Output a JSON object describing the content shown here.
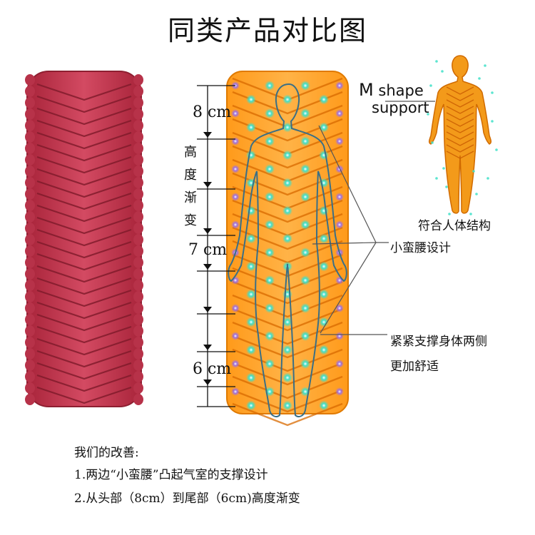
{
  "title": "同类产品对比图",
  "dimension_labels": {
    "top_cm": "8 cm",
    "middle_cm": "7 cm",
    "bottom_cm": "6 cm",
    "gradient_chars": [
      "高",
      "度",
      "渐",
      "变"
    ]
  },
  "callouts": {
    "m_shape_line1_letter": "M",
    "m_shape_line1_rest": " shape",
    "m_shape_line2": "support",
    "fit_body": "符合人体结构",
    "small_waist": "小蛮腰设计",
    "support_sides_line1": "紧紧支撑身体两侧",
    "support_sides_line2": "更加舒适"
  },
  "improvements": {
    "heading": "我们的改善:",
    "item1": "1.两边“小蛮腰”凸起气室的支撑设计",
    "item2": "2.从头部（8cm）到尾部（6cm)高度渐变"
  },
  "colors": {
    "competitor_pad": "#c8384f",
    "our_pad": "#f28a12",
    "body_outline": "#3a6f86",
    "dot_cyan": "#3fe0c8",
    "dot_purple": "#9b6ad8"
  }
}
